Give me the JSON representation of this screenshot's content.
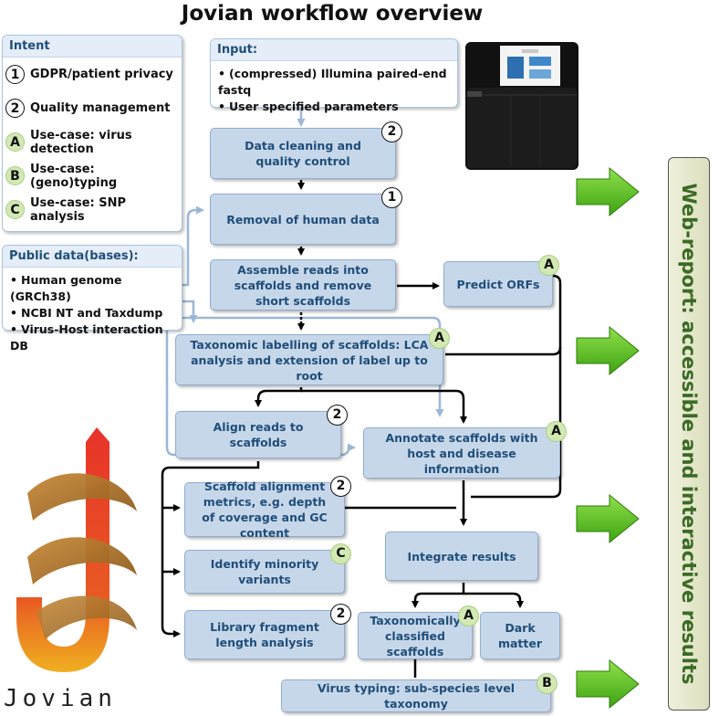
{
  "title": "Jovian workflow overview",
  "intent": {
    "heading": "Intent",
    "items": [
      {
        "badge": "1",
        "label": "GDPR/patient privacy"
      },
      {
        "badge": "2",
        "label": "Quality management"
      },
      {
        "badge": "A",
        "label": "Use-case: virus detection"
      },
      {
        "badge": "B",
        "label": "Use-case: (geno)typing"
      },
      {
        "badge": "C",
        "label": "Use-case: SNP analysis"
      }
    ]
  },
  "input": {
    "heading": "Input:",
    "items": [
      "(compressed) Illumina paired-end fastq",
      "User specified parameters"
    ]
  },
  "public_data": {
    "heading": "Public data(bases):",
    "items": [
      "Human genome (GRCh38)",
      "NCBI NT and Taxdump",
      "Virus-Host interaction DB"
    ]
  },
  "steps": {
    "cleaning": {
      "label": "Data cleaning and quality control",
      "badge": "2"
    },
    "removal": {
      "label": "Removal of human data",
      "badge": "1"
    },
    "assemble": {
      "label": "Assemble reads into scaffolds and remove short scaffolds"
    },
    "orfs": {
      "label": "Predict ORFs",
      "badge": "A"
    },
    "taxonomy": {
      "label": "Taxonomic labelling of scaffolds: LCA analysis and extension of label up to root",
      "badge": "A"
    },
    "align": {
      "label": "Align reads to scaffolds",
      "badge": "2"
    },
    "annotate": {
      "label": "Annotate scaffolds with host and disease information",
      "badge": "A"
    },
    "metrics": {
      "label": "Scaffold alignment metrics, e.g. depth of coverage and GC content",
      "badge": "2"
    },
    "minority": {
      "label": "Identify minority variants",
      "badge": "C"
    },
    "fragment": {
      "label": "Library fragment length analysis",
      "badge": "2"
    },
    "integrate": {
      "label": "Integrate results"
    },
    "classified": {
      "label": "Taxonomically classified scaffolds",
      "badge": "A"
    },
    "dark": {
      "label": "Dark matter"
    },
    "typing": {
      "label": "Virus typing: sub-species level taxonomy",
      "badge": "B"
    }
  },
  "report": {
    "label": "Web-report: accessible and interactive results"
  },
  "logo": {
    "text": "Jovian"
  },
  "colors": {
    "step_fill": "#c7d7ea",
    "step_text": "#1f4e79",
    "arrow_green": "#5cc21a",
    "report_text": "#3b6b25"
  }
}
